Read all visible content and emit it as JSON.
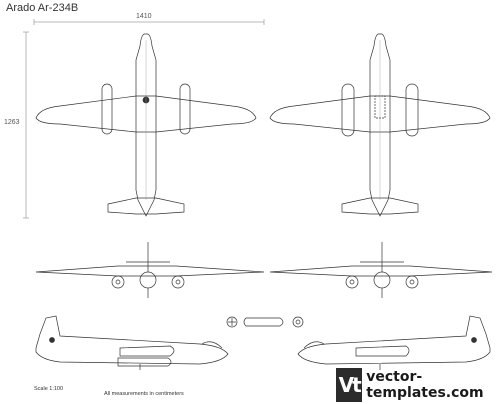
{
  "title": "Arado Ar-234B",
  "dimensions": {
    "wingspan": "1410",
    "length": "1263"
  },
  "footer": {
    "scale": "Scale 1:100",
    "note": "All measurements in centimeters"
  },
  "brand": {
    "logo": "Vt",
    "site": "vector-templates.com"
  }
}
